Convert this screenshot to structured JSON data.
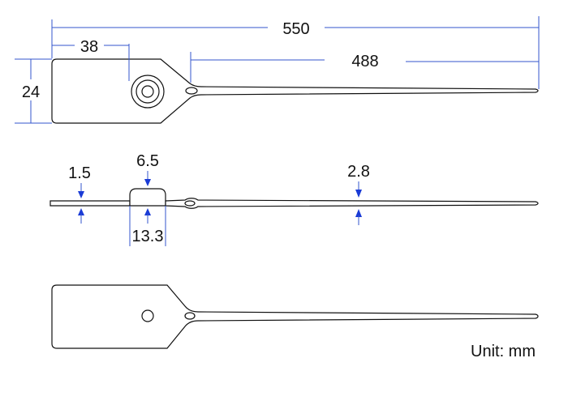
{
  "dimensions": {
    "total_length": "550",
    "tail_length": "488",
    "tag_width": "38",
    "tag_height": "24",
    "strap_thickness": "1.5",
    "head_height": "6.5",
    "tail_thickness": "2.8",
    "head_length": "13.3"
  },
  "unit_label": "Unit: mm",
  "colors": {
    "dimension_line": "#3355cc",
    "arrow": "#1a3bd6",
    "outline": "#111111"
  }
}
